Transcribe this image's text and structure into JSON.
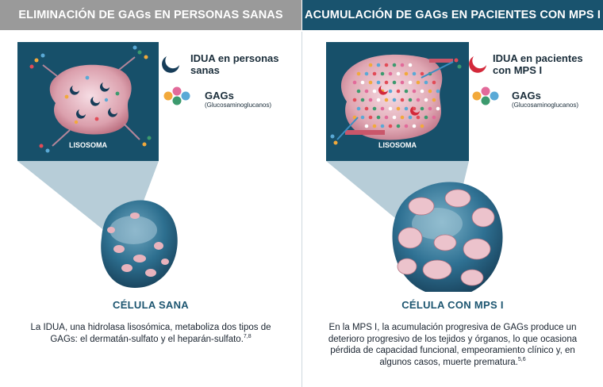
{
  "left": {
    "header": "ELIMINACIÓN DE GAGs EN PERSONAS SANAS",
    "lysosome_label": "LISOSOMA",
    "legend_enzyme": "IDUA en personas sanas",
    "legend_gags": "GAGs",
    "legend_gags_sub": "(Glucosaminoglucanos)",
    "cell_title": "CÉLULA SANA",
    "description": "La IDUA, una hidrolasa lisosómica, metaboliza dos tipos de GAGs: el dermatán-sulfato y el heparán-sulfato.",
    "description_refs": "7,8"
  },
  "right": {
    "header": "ACUMULACIÓN DE GAGs EN PACIENTES CON MPS I",
    "lysosome_label": "LISOSOMA",
    "legend_enzyme": "IDUA en pacientes con MPS I",
    "legend_gags": "GAGs",
    "legend_gags_sub": "(Glucosaminoglucanos)",
    "cell_title": "CÉLULA CON MPS I",
    "description": "En la MPS I, la acumulación progresiva de GAGs produce un deterioro progresivo de los tejidos y órganos, lo que ocasiona pérdida de capacidad funcional, empeoramiento clínico y, en algunos casos, muerte prematura.",
    "description_refs": "5,6"
  },
  "colors": {
    "header_left": "#9a9a9a",
    "header_right": "#19536e",
    "lysosome_box": "#17506a",
    "enzyme_healthy": "#163c58",
    "enzyme_mps": "#d3283a",
    "cell_title": "#1c5570"
  },
  "icons": [
    "enzyme-healthy-icon",
    "enzyme-mps-icon",
    "gag-cluster-icon"
  ]
}
